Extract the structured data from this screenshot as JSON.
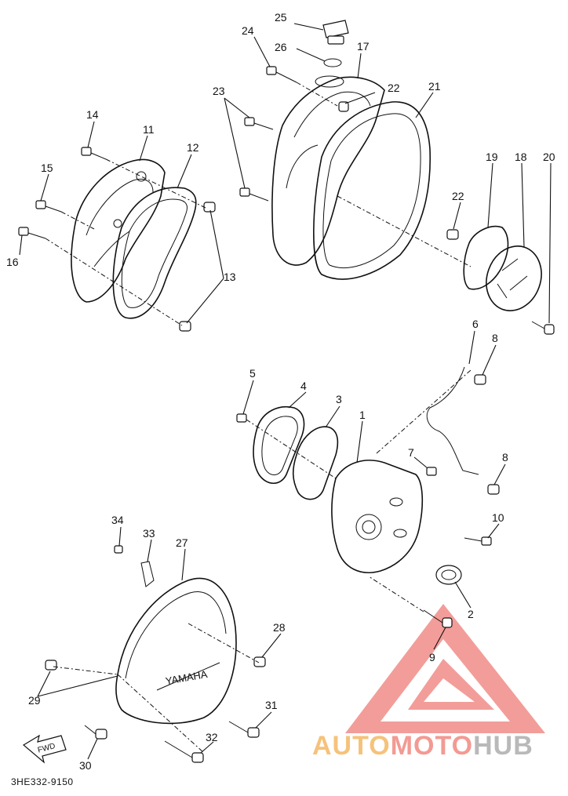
{
  "diagram": {
    "callouts": [
      "1",
      "2",
      "3",
      "4",
      "5",
      "6",
      "7",
      "8",
      "8",
      "9",
      "10",
      "11",
      "12",
      "13",
      "14",
      "15",
      "16",
      "17",
      "18",
      "19",
      "20",
      "21",
      "22",
      "22",
      "23",
      "24",
      "25",
      "26",
      "27",
      "28",
      "29",
      "30",
      "31",
      "32",
      "33",
      "34"
    ],
    "cover_text": "YAMAHA",
    "fwd_label": "FWD",
    "part_code": "3HE332-9150"
  },
  "watermark": {
    "part1": "AUTO",
    "part2": "MOTO",
    "part3": "HUB",
    "colors": {
      "auto": "#f6c27a",
      "moto": "#f39a93",
      "hub": "#b9b9b9",
      "triangle": "#f08d88"
    }
  }
}
